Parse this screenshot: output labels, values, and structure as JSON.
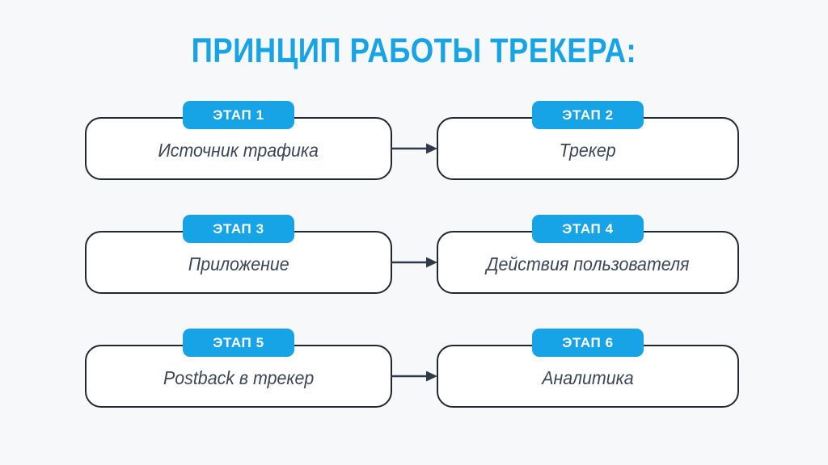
{
  "title": "ПРИНЦИП РАБОТЫ ТРЕКЕРА:",
  "colors": {
    "accent": "#17a4e6",
    "arrow_color": "#2e3a4a",
    "box_border": "#23272e",
    "background": "#f7f8f9",
    "label_text": "#3b4555",
    "badge_text": "#ffffff",
    "box_fill": "#ffffff"
  },
  "diagram": {
    "rows": [
      {
        "left": {
          "badge": "ЭТАП 1",
          "label": "Источник трафика"
        },
        "right": {
          "badge": "ЭТАП 2",
          "label": "Трекер"
        }
      },
      {
        "left": {
          "badge": "ЭТАП 3",
          "label": "Приложение"
        },
        "right": {
          "badge": "ЭТАП 4",
          "label": "Действия пользователя"
        }
      },
      {
        "left": {
          "badge": "ЭТАП 5",
          "label": "Postback в трекер"
        },
        "right": {
          "badge": "ЭТАП 6",
          "label": "Аналитика"
        }
      }
    ]
  }
}
